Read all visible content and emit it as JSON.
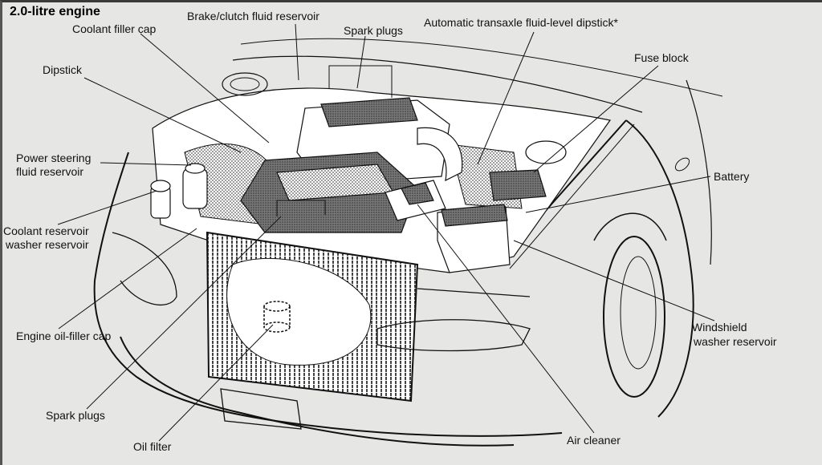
{
  "diagram": {
    "title": "2.0-litre engine",
    "labels": {
      "coolant_filler_cap": "Coolant filler cap",
      "brake_clutch_reservoir": "Brake/clutch fluid reservoir",
      "spark_plugs_top": "Spark plugs",
      "transaxle_dipstick": "Automatic transaxle fluid-level dipstick*",
      "fuse_block": "Fuse block",
      "dipstick": "Dipstick",
      "power_steering_line1": "Power steering",
      "power_steering_line2": "fluid reservoir",
      "battery": "Battery",
      "coolant_reservoir_line1": "Coolant reservoir",
      "coolant_reservoir_line2": "washer reservoir",
      "engine_oil_filler_cap": "Engine oil-filler cap",
      "windshield_washer_line1": "Windshield",
      "windshield_washer_line2": "washer reservoir",
      "spark_plugs_bottom": "Spark plugs",
      "oil_filter": "Oil filter",
      "air_cleaner": "Air cleaner"
    }
  }
}
